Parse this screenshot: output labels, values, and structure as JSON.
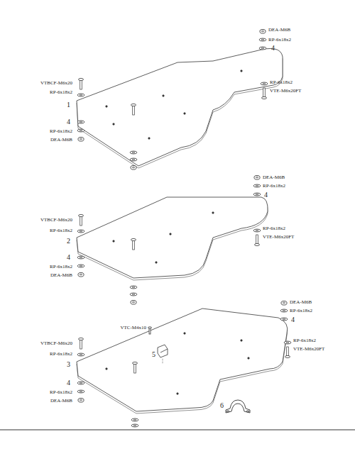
{
  "diagram": {
    "labels": [
      "DEA-M6B",
      "RP-6x18x2",
      "4",
      "VTBCF-M6x20",
      "RP-6x18x2",
      "RP-6x18x2",
      "VTE-M6x20FT",
      "1",
      "4",
      "RP-6x18x2",
      "DEA-M6B",
      "DEA-M6B",
      "RP-6x18x2",
      "4",
      "VTBCF-M6x20",
      "RP-6x18x2",
      "RP-6x18x2",
      "VTE-M6x20FT",
      "2",
      "4",
      "RP-6x18x2",
      "DEA-M6B",
      "DEA-M6B",
      "RP-6x18x2",
      "4",
      "VTBCF-M6x20",
      "RP-6x18x2",
      "VTC-M4x10",
      "RP-6x18x2",
      "VTE-M6x20FT",
      "5",
      "3",
      "4",
      "RP-6x18x2",
      "DEA-M6B",
      "6"
    ]
  }
}
